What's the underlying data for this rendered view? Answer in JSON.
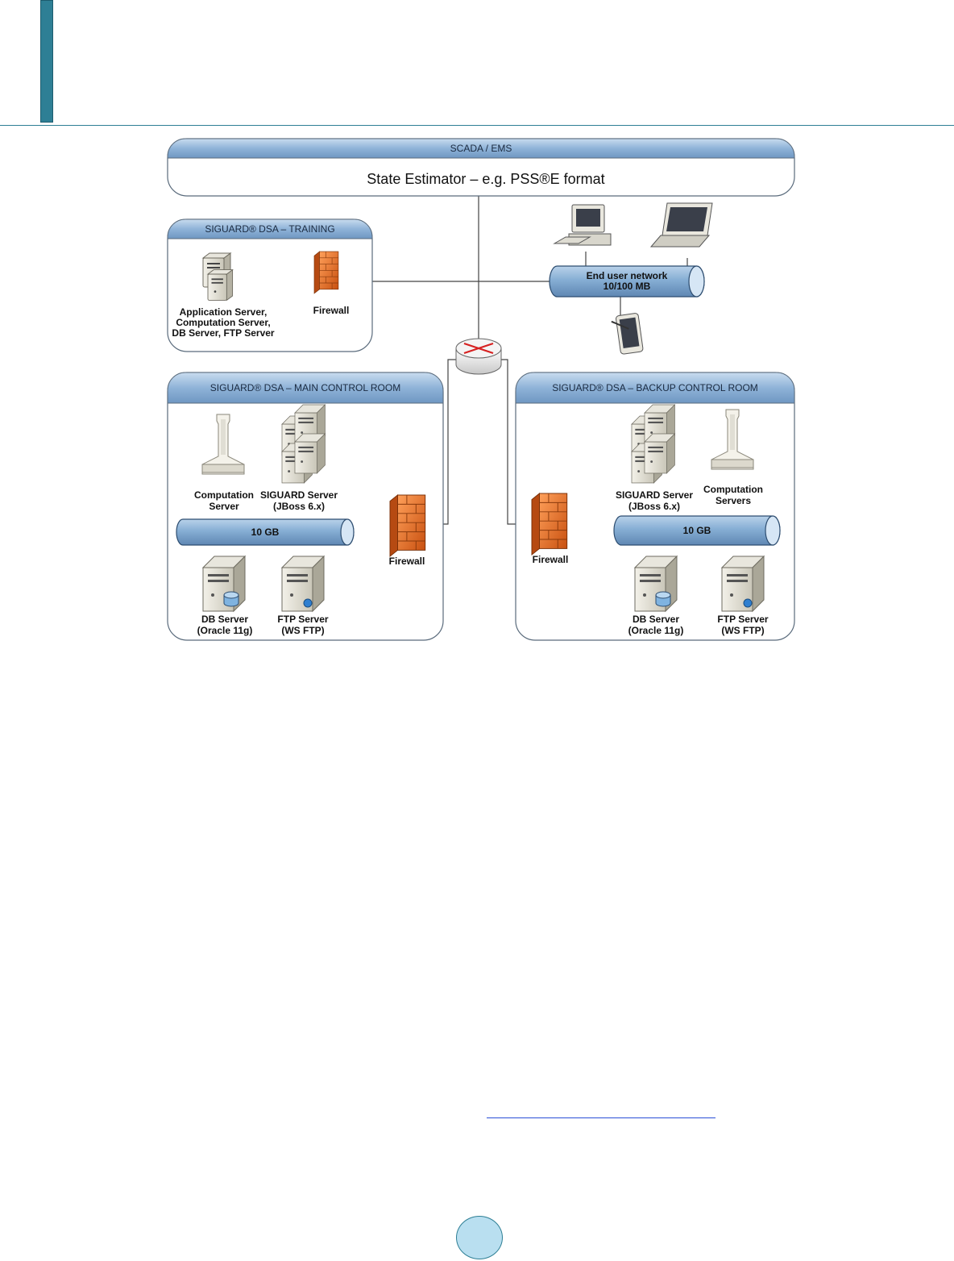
{
  "panels": {
    "scada": {
      "title": "SCADA / EMS",
      "subtitle": "State Estimator – e.g. PSS®E format"
    },
    "training": {
      "title": "SIGUARD® DSA – TRAINING",
      "server_label": [
        "Application Server,",
        "Computation Server,",
        "DB Server, FTP Server"
      ],
      "firewall_label": "Firewall"
    },
    "main": {
      "title": "SIGUARD® DSA – MAIN CONTROL ROOM",
      "computation_label": [
        "Computation",
        "Server"
      ],
      "siguard_label": [
        "SIGUARD Server",
        "(JBoss 6.x)"
      ],
      "bus_label": "10 GB",
      "firewall_label": "Firewall",
      "db_label": [
        "DB Server",
        "(Oracle 11g)"
      ],
      "ftp_label": [
        "FTP Server",
        "(WS FTP)"
      ]
    },
    "backup": {
      "title": "SIGUARD® DSA – BACKUP CONTROL ROOM",
      "computation_label": [
        "Computation",
        "Servers"
      ],
      "siguard_label": [
        "SIGUARD Server",
        "(JBoss 6.x)"
      ],
      "bus_label": "10 GB",
      "firewall_label": "Firewall",
      "db_label": [
        "DB Server",
        "(Oracle 11g)"
      ],
      "ftp_label": [
        "FTP Server",
        "(WS FTP)"
      ]
    }
  },
  "end_user_network": [
    "End user network",
    "10/100 MB"
  ],
  "icons": {
    "router": "router-icon",
    "firewall": "firewall-icon",
    "server": "server-icon",
    "desktop": "desktop-computer-icon",
    "laptop": "laptop-icon",
    "tablet": "tablet-icon"
  },
  "colors": {
    "accent": "#2e7f95",
    "panel_header": "#7ea6cf",
    "bus": "#86aed4",
    "firewall": "#e8702a"
  }
}
